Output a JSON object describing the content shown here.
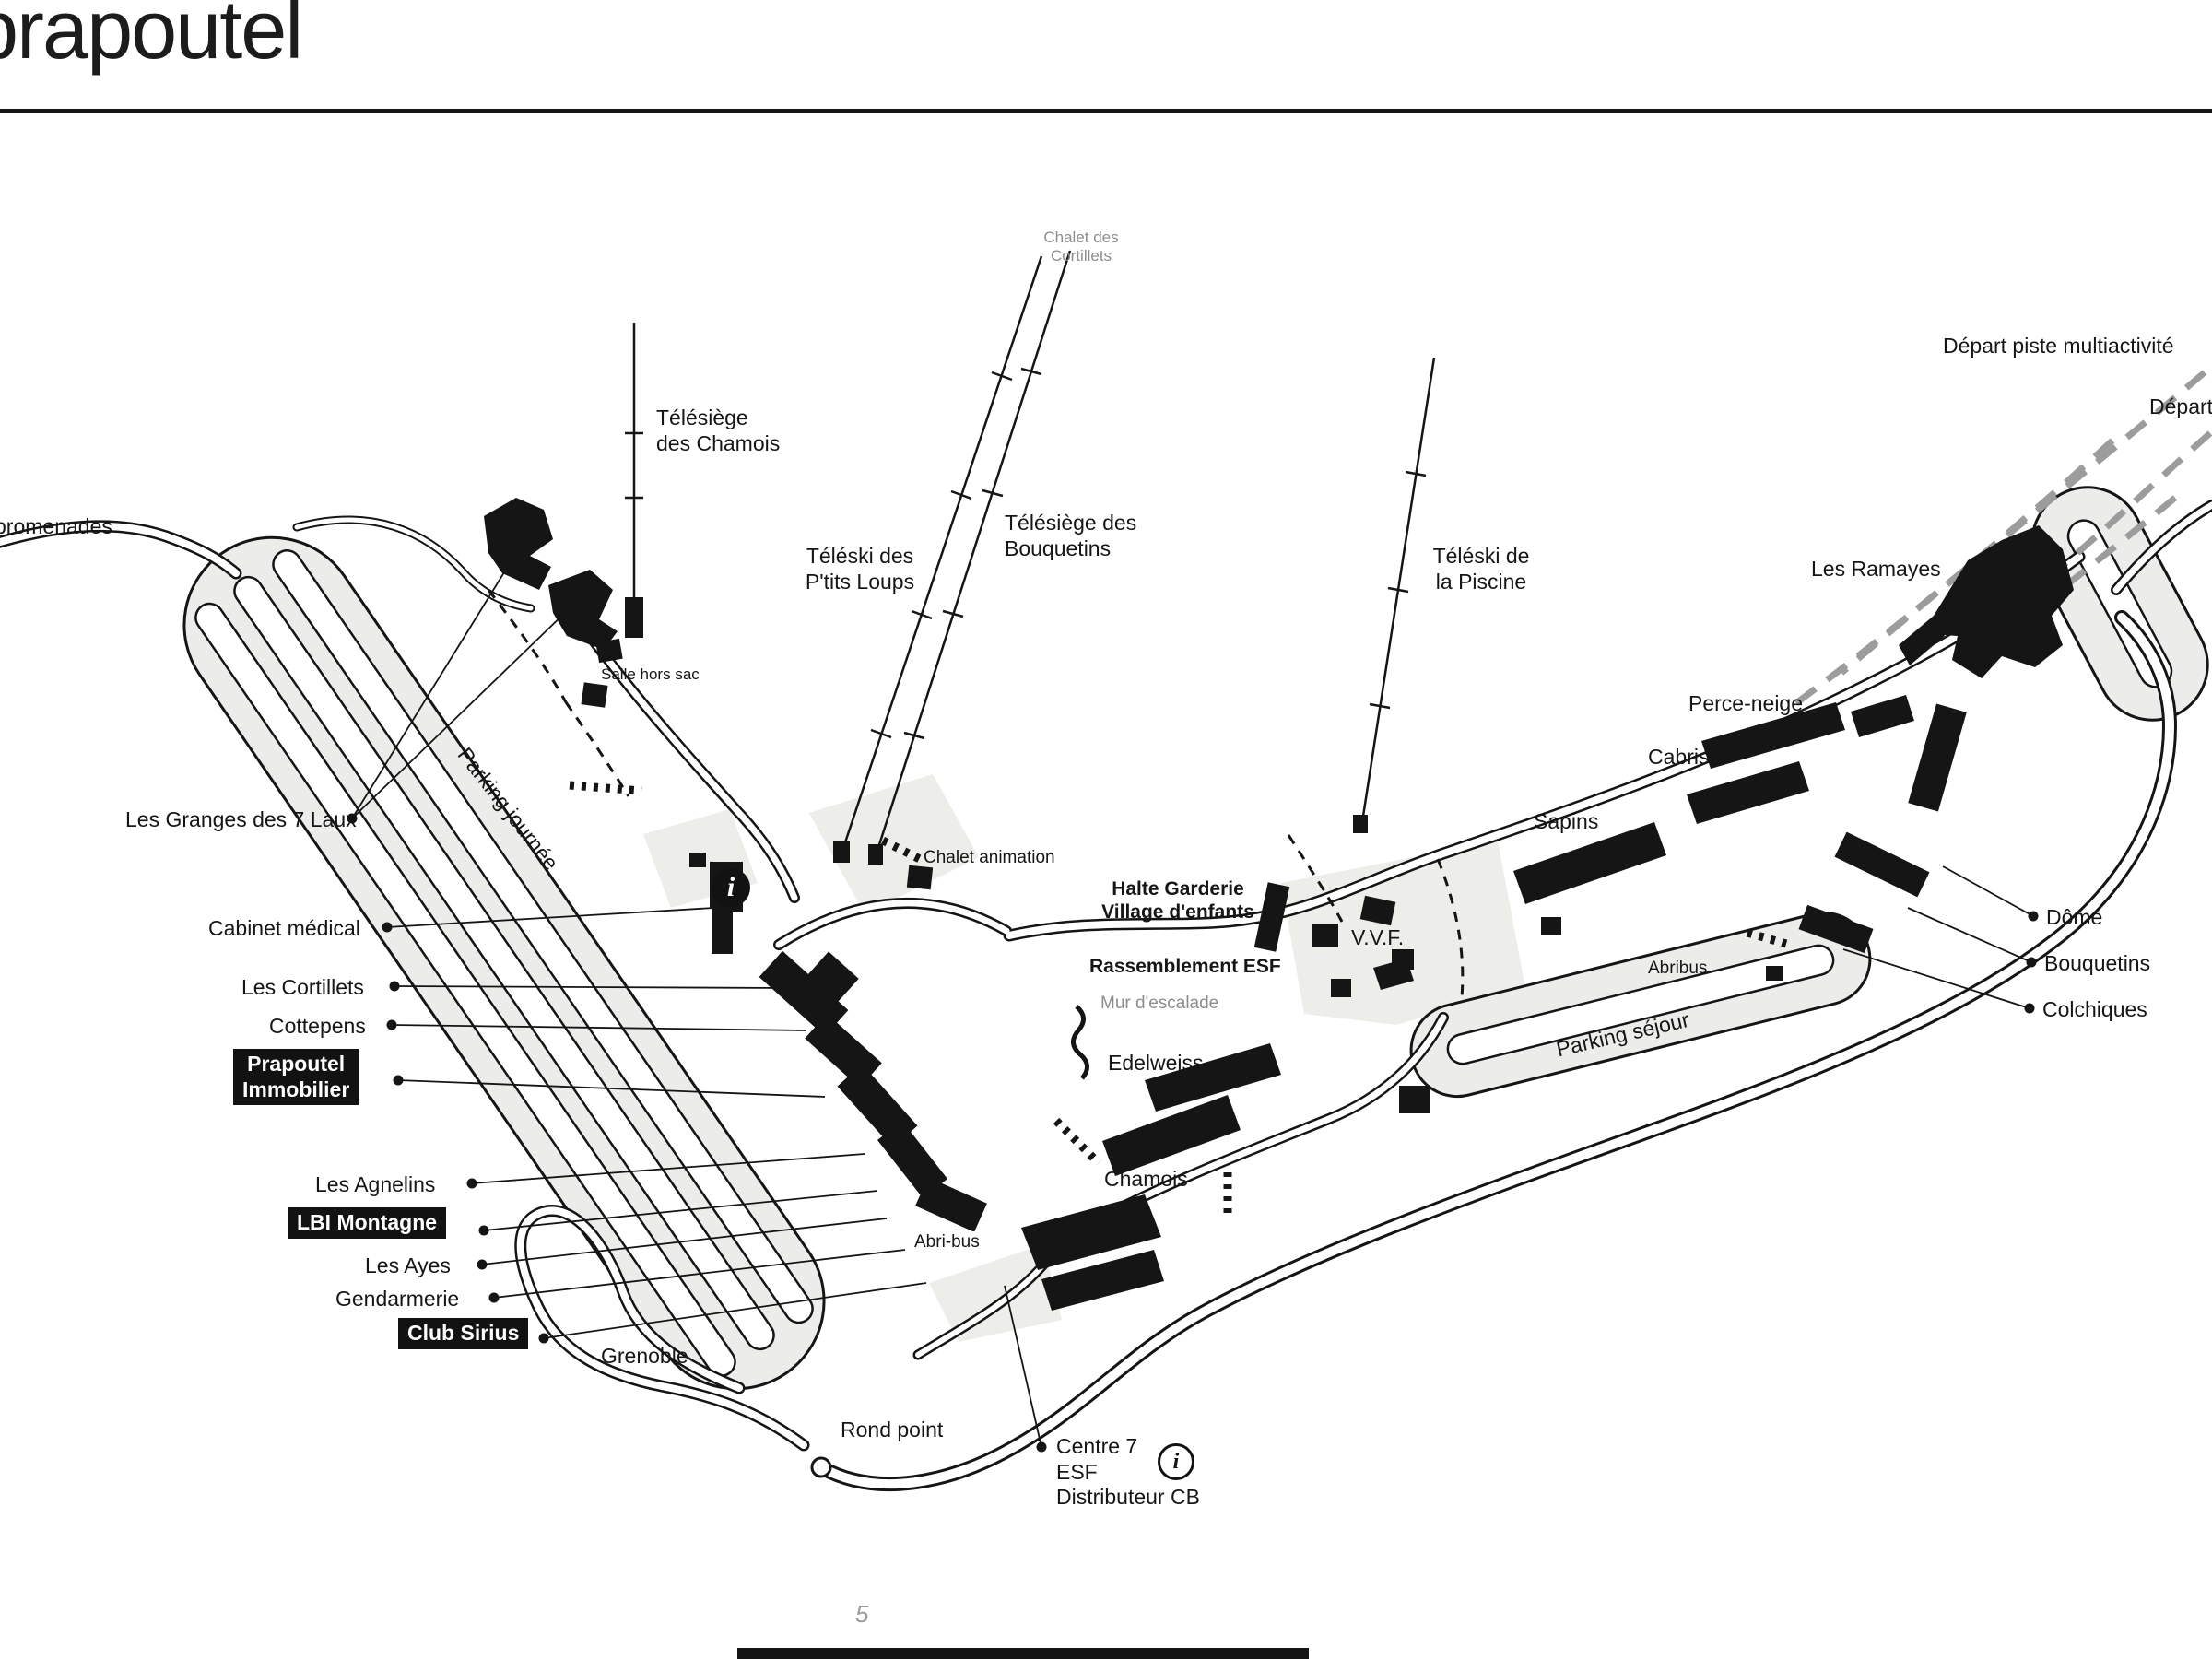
{
  "title": "prapoutel",
  "icons": {
    "info": "i"
  },
  "colors": {
    "ink": "#151515",
    "faint": "#8d8d8d",
    "paper": "#ffffff",
    "parking_fill": "#ececea",
    "piste_dash": "#9c9c9c"
  },
  "labels": {
    "chalet_cortillets": "Chalet des\nCortillets",
    "depart_multiactivite": "Départ piste multiactivité",
    "depart_p": "Départ p",
    "telesiege_chamois": "Télésiège\ndes Chamois",
    "teleski_ptits_loups": "Téléski des\nP'tits Loups",
    "telesiege_bouquetins": "Télésiège des\nBouquetins",
    "teleski_piscine": "Téléski de\nla Piscine",
    "les_ramayes": "Les Ramayes",
    "promenades": "promenades",
    "salle_hors_sac": "Salle hors sac",
    "les_granges_7_laux": "Les Granges des 7 Laux",
    "parking_journee": "Parking journée",
    "cabinet_medical": "Cabinet médical",
    "les_cortillets": "Les Cortillets",
    "cottepens": "Cottepens",
    "prapoutel_immobilier": "Prapoutel\nImmobilier",
    "les_agnelins": "Les Agnelins",
    "lbi_montagne": "LBI Montagne",
    "les_ayes": "Les Ayes",
    "gendarmerie": "Gendarmerie",
    "club_sirius": "Club Sirius",
    "grenoble": "Grenoble",
    "rond_point": "Rond point",
    "centre_7": "Centre 7\nESF\nDistributeur CB",
    "chalet_animation": "Chalet animation",
    "halte_garderie": "Halte Garderie\nVillage d'enfants",
    "rassemblement_esf": "Rassemblement ESF",
    "mur_escalade": "Mur d'escalade",
    "edelweiss": "Edelweiss",
    "chamois": "Chamois",
    "abri_bus": "Abri-bus",
    "vvf": "V.V.F.",
    "sapins": "Sapins",
    "cabris": "Cabris",
    "perce_neige": "Perce-neige",
    "abribus": "Abribus",
    "parking_sejour": "Parking séjour",
    "dome": "Dôme",
    "bouquetins": "Bouquetins",
    "colchiques": "Colchiques",
    "stray_mark": "5"
  }
}
